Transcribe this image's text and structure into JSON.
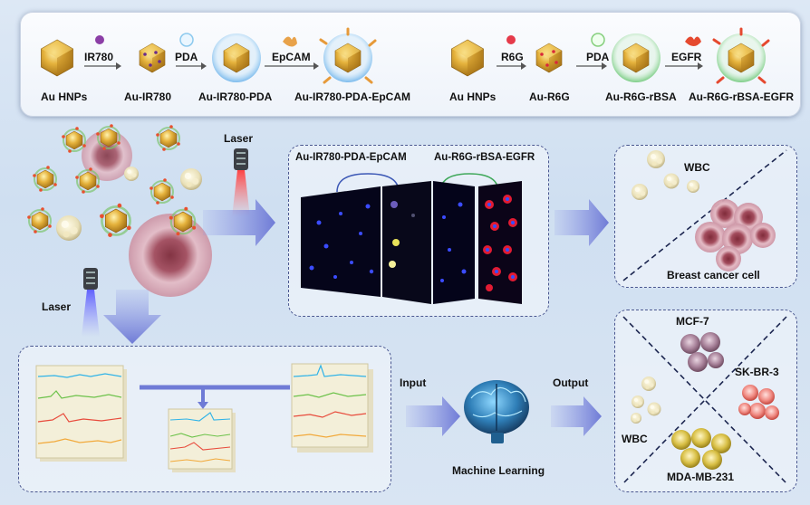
{
  "synthesis": {
    "pathway1": {
      "steps": [
        "Au HNPs",
        "Au-IR780",
        "Au-IR780-PDA",
        "Au-IR780-PDA-EpCAM"
      ],
      "reagents": [
        "IR780",
        "PDA",
        "EpCAM"
      ]
    },
    "pathway2": {
      "steps": [
        "Au HNPs",
        "Au-R6G",
        "Au-R6G-rBSA",
        "Au-R6G-rBSA-EGFR"
      ],
      "reagents": [
        "R6G",
        "PDA",
        "EGFR"
      ]
    }
  },
  "laser_labels": [
    "Laser",
    "Laser"
  ],
  "imaging": {
    "probe1_label": "Au-IR780-PDA-EpCAM",
    "probe2_label": "Au-R6G-rBSA-EGFR"
  },
  "separation": {
    "wbc_label": "WBC",
    "cancer_label": "Breast cancer cell"
  },
  "ml": {
    "input_label": "Input",
    "output_label": "Output",
    "model_label": "Machine Learning"
  },
  "classification": {
    "classes": [
      "MCF-7",
      "SK-BR-3",
      "MDA-MB-231",
      "WBC"
    ]
  },
  "colors": {
    "gold": "#d9a62e",
    "arrow": "#7b86dc",
    "dash_border": "#4a5790",
    "spectrum_colors": [
      "#2fb3e8",
      "#6cc24a",
      "#e84b3c",
      "#f2a93b"
    ]
  }
}
